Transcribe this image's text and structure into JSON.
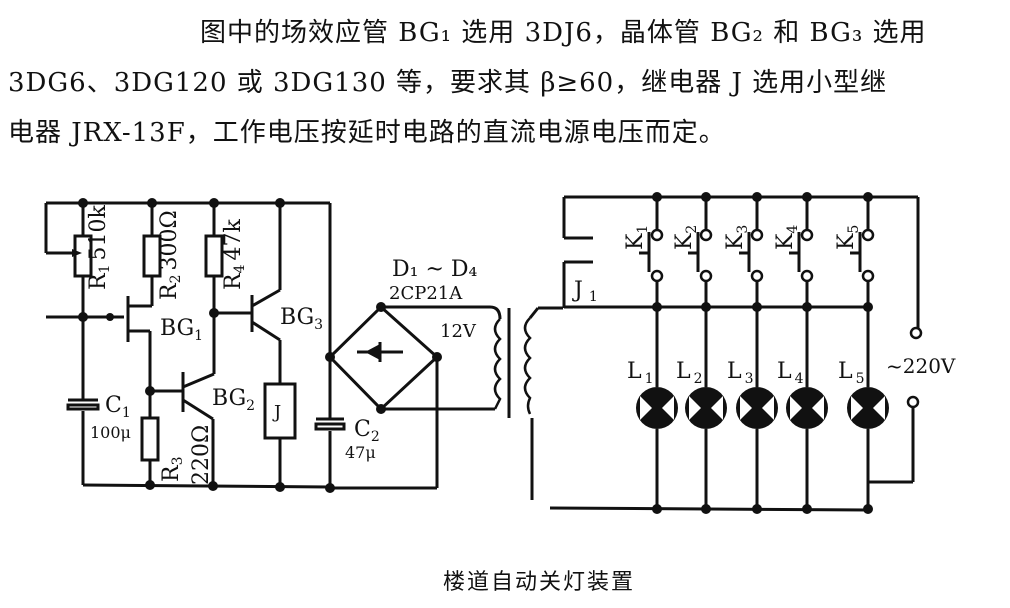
{
  "paragraph": {
    "line1": "图中的场效应管 BG₁ 选用 3DJ6，晶体管 BG₂ 和 BG₃ 选用",
    "line2": "3DG6、3DG120 或 3DG130 等，要求其 β≥60，继电器 J 选用小型继",
    "line3": "电器 JRX-13F，工作电压按延时电路的直流电源电压而定。"
  },
  "diagram": {
    "components": {
      "R1": {
        "name": "R",
        "sub": "1",
        "value": "510k"
      },
      "R2": {
        "name": "R",
        "sub": "2",
        "value": "300Ω"
      },
      "R3": {
        "name": "R",
        "sub": "3",
        "value": "220Ω"
      },
      "R4": {
        "name": "R",
        "sub": "4",
        "value": "47k"
      },
      "C1": {
        "name": "C",
        "sub": "1",
        "value": "100μ"
      },
      "C2": {
        "name": "C",
        "sub": "2",
        "value": "47μ"
      },
      "BG1": {
        "name": "BG",
        "sub": "1"
      },
      "BG2": {
        "name": "BG",
        "sub": "2"
      },
      "BG3": {
        "name": "BG",
        "sub": "3"
      },
      "J": {
        "name": "J"
      },
      "diodes": {
        "name": "D₁ ~ D₄",
        "value": "2CP21A"
      },
      "transformer": {
        "secondary": "12V"
      },
      "relay_contact": {
        "name": "J",
        "sub": "1"
      },
      "switches": [
        "K1",
        "K2",
        "K3",
        "K4",
        "K5"
      ],
      "lamps": [
        "L1",
        "L2",
        "L3",
        "L4",
        "L5"
      ],
      "supply": "~220V"
    }
  },
  "caption": "楼道自动关灯装置"
}
